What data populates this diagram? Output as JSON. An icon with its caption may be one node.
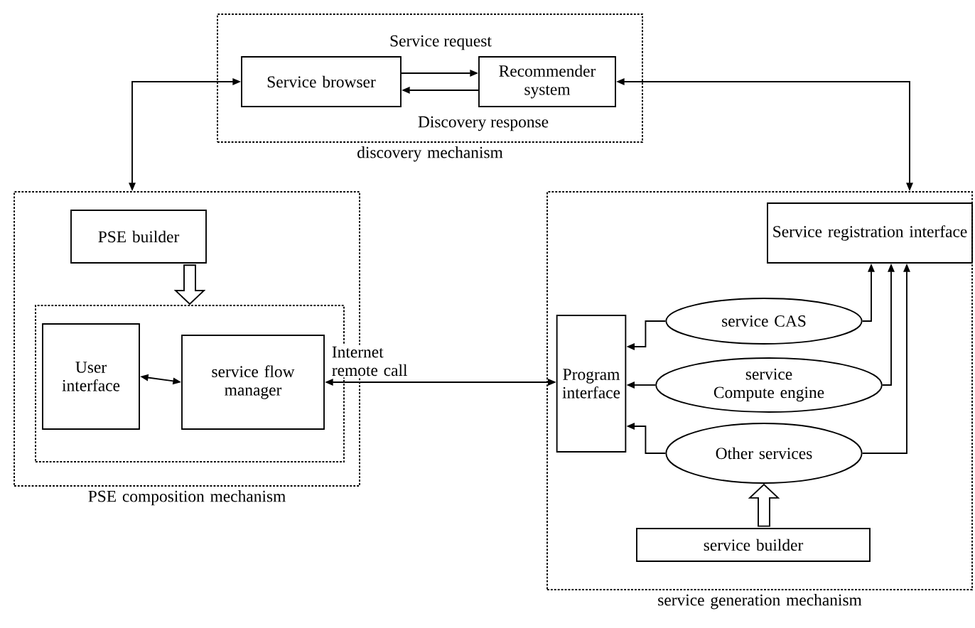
{
  "diagram": {
    "nodes": [
      {
        "text": [
          "discovery mechanism"
        ]
      },
      {
        "text": [
          "Service browser"
        ],
        "in": 0
      },
      {
        "text": [
          "Recommender system"
        ],
        "in": 0
      },
      {
        "text": [
          "PSE composition mechanism"
        ]
      },
      {
        "text": [
          "PSE builder"
        ],
        "in": 3
      },
      {
        "text": [],
        "shape": "box",
        "in": 3
      },
      {
        "text": [
          "User interface"
        ],
        "in": 5
      },
      {
        "text": [
          "service flow manager"
        ],
        "in": 5
      },
      {
        "text": [
          "service generation mechanism"
        ]
      },
      {
        "text": [
          "Program interface"
        ],
        "in": 8
      },
      {
        "text": [
          "Service registration interface"
        ],
        "in": 8
      },
      {
        "text": [
          "service CAS"
        ],
        "in": 8
      },
      {
        "text": [
          "service Compute engine"
        ],
        "in": 8
      },
      {
        "text": [
          "Other services"
        ],
        "in": 8
      },
      {
        "text": [
          "service builder"
        ],
        "in": 8
      }
    ],
    "edges": [
      {
        "from": 1,
        "to": 3,
        "arrow": "both"
      },
      {
        "from": 2,
        "to": 8,
        "arrow": "both"
      },
      {
        "from": 1,
        "to": 2,
        "arrow": "to",
        "label": "Service request"
      },
      {
        "from": 2,
        "to": 1,
        "arrow": "to",
        "label": "Discovery response"
      },
      {
        "from": 4,
        "to": 5,
        "arrow": "to",
        "style": "thick"
      },
      {
        "from": 6,
        "to": 7,
        "arrow": "both"
      },
      {
        "from": 7,
        "to": 9,
        "arrow": "both",
        "label": "Internet remote call"
      },
      {
        "from": 11,
        "to": 9,
        "arrow": "to"
      },
      {
        "from": 12,
        "to": 9,
        "arrow": "to"
      },
      {
        "from": 13,
        "to": 9,
        "arrow": "to"
      },
      {
        "from": 11,
        "to": 10,
        "arrow": "to"
      },
      {
        "from": 12,
        "to": 10,
        "arrow": "to"
      },
      {
        "from": 13,
        "to": 10,
        "arrow": "to"
      },
      {
        "from": 14,
        "to": 13,
        "arrow": "to",
        "style": "thick"
      }
    ]
  }
}
